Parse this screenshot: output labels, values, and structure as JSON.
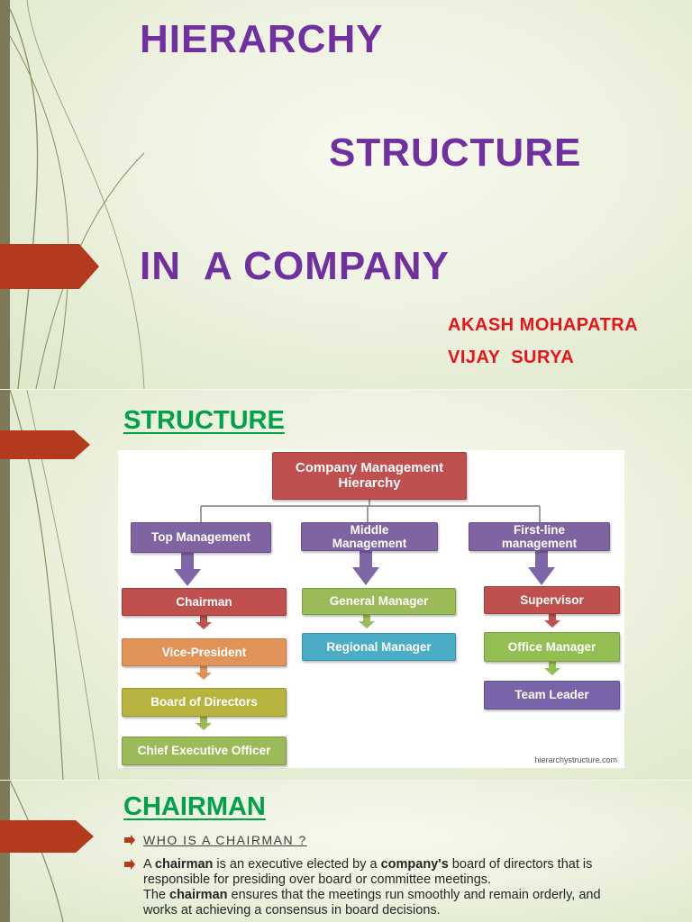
{
  "slide1": {
    "title_line1": "HIERARCHY",
    "title_line2": "STRUCTURE",
    "title_line3": "IN  A COMPANY",
    "authors": [
      "AKASH MOHAPATRA",
      "VIJAY  SURYA"
    ]
  },
  "slide2": {
    "heading": "STRUCTURE",
    "diagram": {
      "root": "Company Management Hierarchy",
      "columns": [
        {
          "header": "Top Management",
          "items": [
            "Chairman",
            "Vice-President",
            "Board of Directors",
            "Chief Executive Officer"
          ]
        },
        {
          "header": "Middle Management",
          "items": [
            "General Manager",
            "Regional Manager"
          ]
        },
        {
          "header": "First-line management",
          "items": [
            "Supervisor",
            "Office Manager",
            "Team Leader"
          ]
        }
      ],
      "source": "hierarchystructure.com"
    }
  },
  "slide3": {
    "heading": "CHAIRMAN",
    "question": "WHO  IS  A CHAIRMAN ?",
    "p1_a": "A ",
    "p1_b": "chairman",
    "p1_c": " is an executive elected by a ",
    "p1_d": "company",
    "p1_e": "'s",
    "p1_f": " board of directors that is responsible for presiding over board or committee meetings.",
    "p2_a": "The ",
    "p2_b": "chairman",
    "p2_c": " ensures that the meetings run smoothly and remain orderly, and works at achieving a consensus in board decisions."
  },
  "colors": {
    "title_purple": "#7030a0",
    "author_red": "#e8141a",
    "heading_green": "#00a14b",
    "tab_red": "#b33a1d",
    "strip": "#7c7a58"
  },
  "icons": [
    "tab-arrow",
    "bullet-arrow-icon"
  ]
}
